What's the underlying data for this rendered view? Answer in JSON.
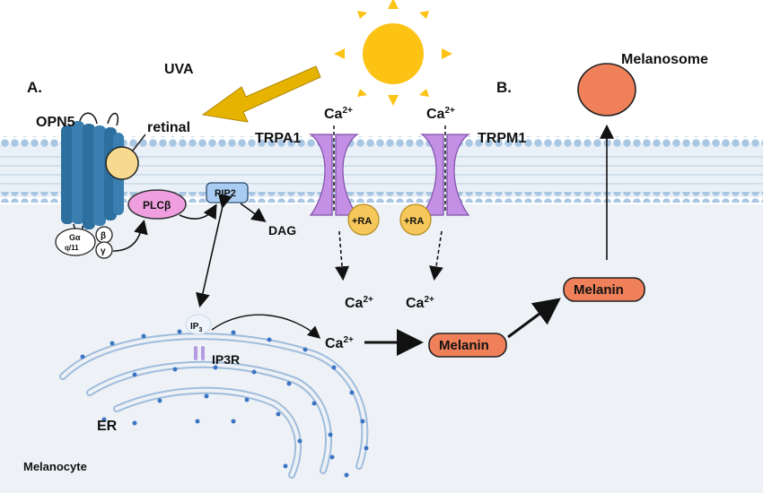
{
  "labels": {
    "uva": "UVA",
    "section_a": "A.",
    "section_b": "B.",
    "opn5": "OPN5",
    "retinal": "retinal",
    "trpa1": "TRPA1",
    "trpm1": "TRPM1",
    "melanosome": "Melanosome",
    "plcb": "PLCβ",
    "pip2": "PIP2",
    "dag": "DAG",
    "ga": "Gα",
    "gq11": "q/11",
    "beta": "β",
    "gamma": "γ",
    "ca": "Ca",
    "ca_sup": "2+",
    "ra": "+RA",
    "ip3": "IP",
    "ip3_sub": "3",
    "ip3r": "IP3R",
    "er": "ER",
    "melanin_a": "Melanin",
    "melanin_b": "Melanin",
    "melanocyte": "Melanocyte"
  },
  "colors": {
    "sun": "#fcc214",
    "arrow_uva": "#e6b400",
    "membrane_head": "#a9c7e3",
    "membrane_tail": "#c8d8e8",
    "cytoplasm": "#eef1f6",
    "opn5": "#2d6f9f",
    "retinal": "#f7d98f",
    "plcb": "#ef9fe0",
    "pip2": "#a9cdf2",
    "channel": "#c490e6",
    "ra": "#f6c85c",
    "melanin": "#f0805a",
    "melanosome": "#f0805a",
    "er": "#dceaf7"
  }
}
